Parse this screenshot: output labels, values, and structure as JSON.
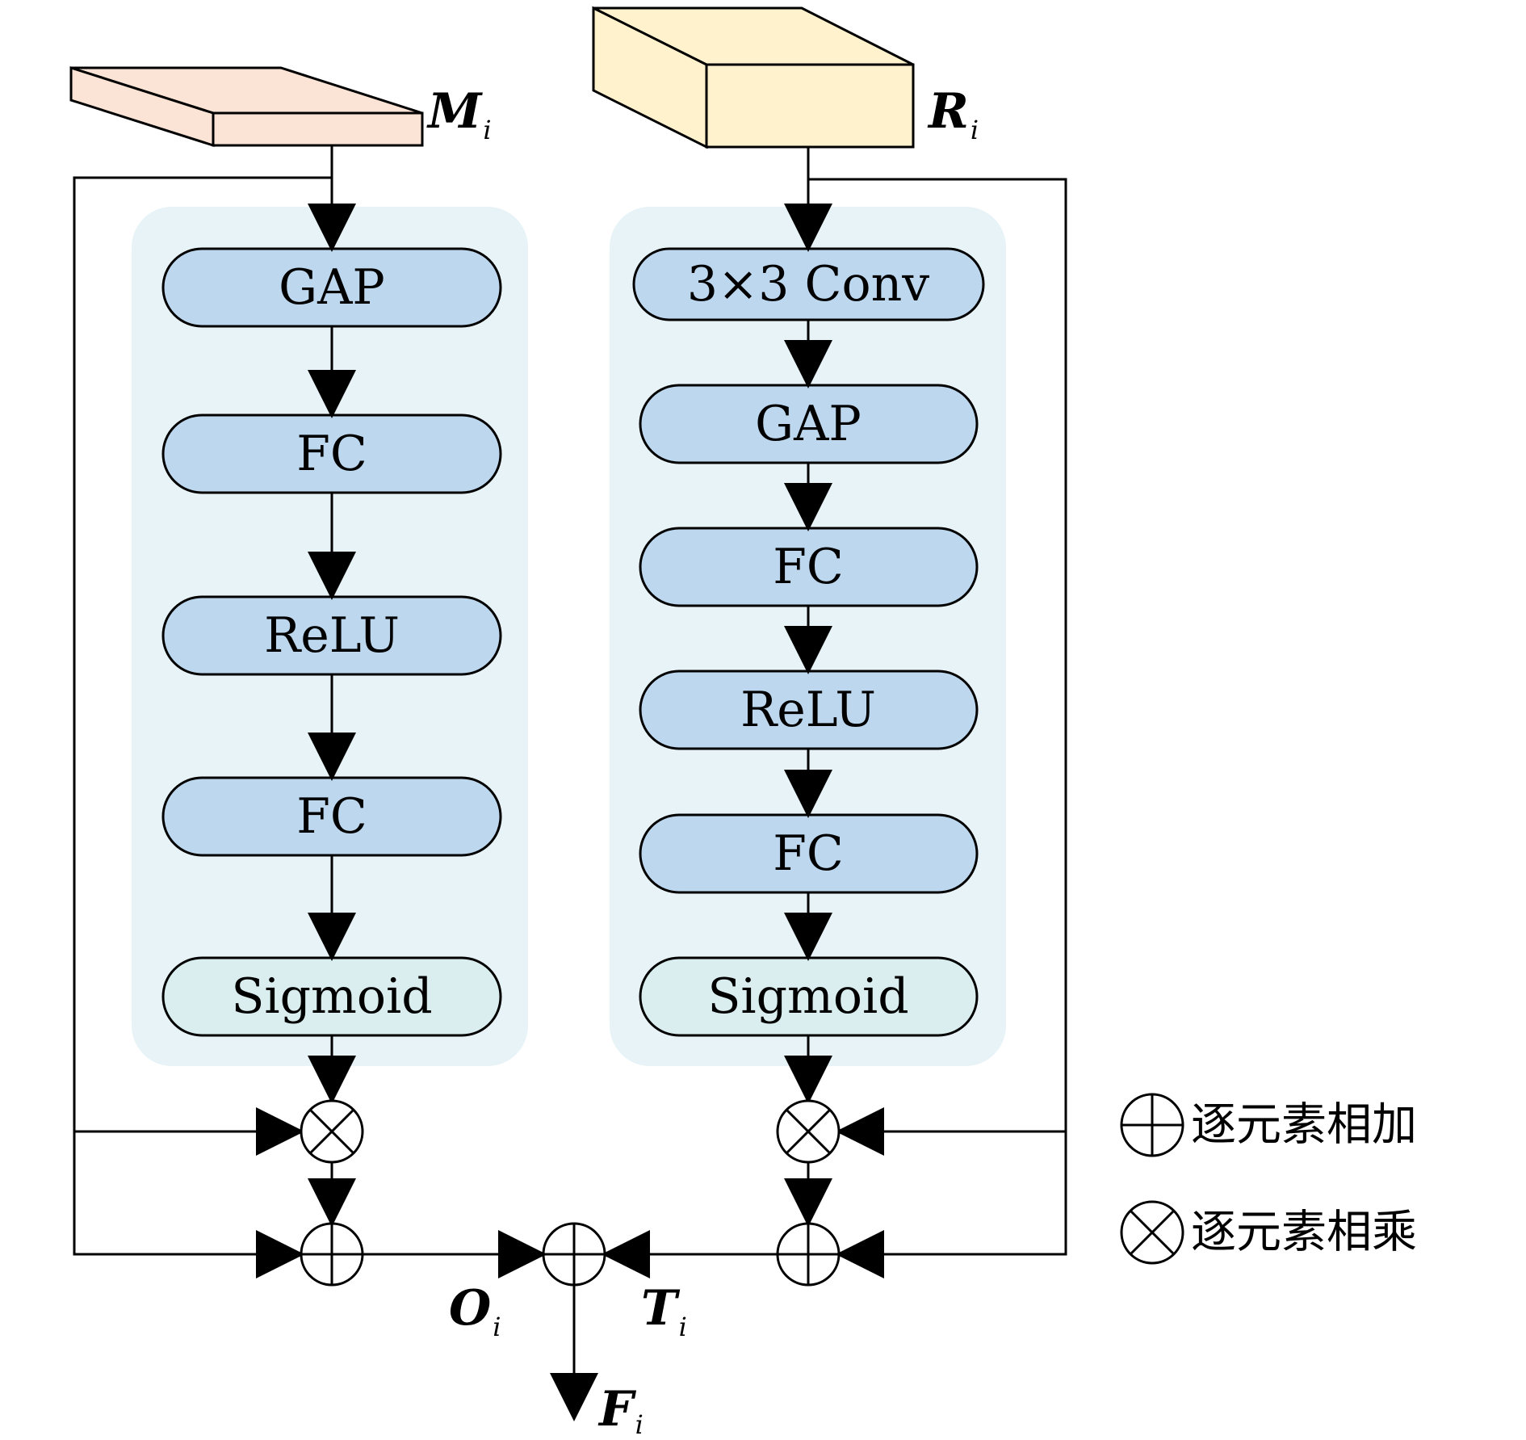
{
  "colors": {
    "panel": "#E8F3F8",
    "block": "#BDD7EE",
    "sigmoid": "#DAEEF0",
    "tensor_m": "#FBE4D5",
    "tensor_r": "#FFF2CC",
    "stroke": "#000000"
  },
  "inputs": {
    "m": {
      "main": "M",
      "sub": "i"
    },
    "r": {
      "main": "R",
      "sub": "i"
    }
  },
  "left_branch": {
    "blocks": [
      "GAP",
      "FC",
      "ReLU",
      "FC",
      "Sigmoid"
    ]
  },
  "right_branch": {
    "blocks": [
      "3×3 Conv",
      "GAP",
      "FC",
      "ReLU",
      "FC",
      "Sigmoid"
    ]
  },
  "outputs": {
    "o": {
      "main": "O",
      "sub": "i"
    },
    "t": {
      "main": "T",
      "sub": "i"
    },
    "f": {
      "main": "F",
      "sub": "i"
    }
  },
  "legend": {
    "add": "逐元素相加",
    "multiply": "逐元素相乘"
  }
}
